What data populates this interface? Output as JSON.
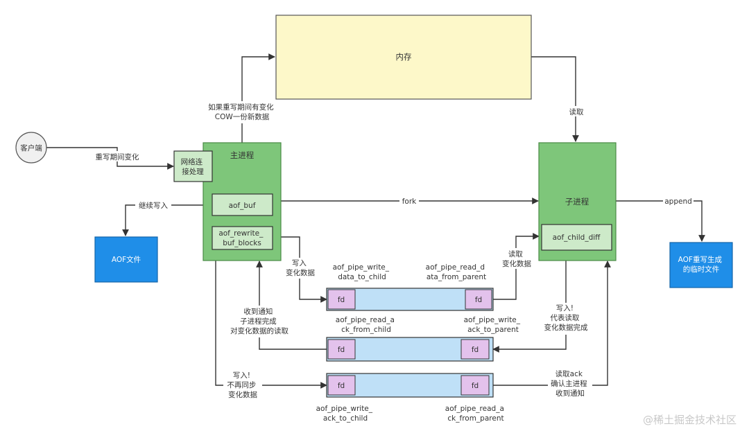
{
  "nodes": {
    "memory": "内存",
    "client": "客户端",
    "main_process": "主进程",
    "network_handler": [
      "网络连",
      "接处理"
    ],
    "aof_buf": "aof_buf",
    "aof_rewrite_buf_blocks": [
      "aof_rewrite_",
      "buf_blocks"
    ],
    "aof_file": "AOF文件",
    "child_process": "子进程",
    "aof_child_diff": "aof_child_diff",
    "aof_rewrite_file": [
      "AOF重写生成",
      "的临时文件"
    ]
  },
  "fd_label": "fd",
  "pipes": {
    "write_data_to_child": [
      "aof_pipe_write_",
      "data_to_child"
    ],
    "read_data_from_parent": [
      "aof_pipe_read_d",
      "ata_from_parent"
    ],
    "read_ack_from_child": [
      "aof_pipe_read_a",
      "ck_from_child"
    ],
    "write_ack_to_parent": [
      "aof_pipe_write_",
      "ack_to_parent"
    ],
    "write_ack_to_child": [
      "aof_pipe_write_",
      "ack_to_child"
    ],
    "read_ack_from_parent": [
      "aof_pipe_read_a",
      "ck_from_parent"
    ]
  },
  "edges": {
    "cow": [
      "如果重写期间有变化",
      "COW一份新数据"
    ],
    "client_change": "重写期间变化",
    "read_memory": "读取",
    "continue_write": "继续写入",
    "fork": "fork",
    "append": "append",
    "write_changes": [
      "写入",
      "变化数据"
    ],
    "read_changes": [
      "读取",
      "变化数据"
    ],
    "notify_received": [
      "收到通知",
      "子进程完成",
      "对变化数据的读取"
    ],
    "child_write_ack": [
      "写入!",
      "代表读取",
      "变化数据完成"
    ],
    "stop_sync": [
      "写入!",
      "不再同步",
      "变化数据"
    ],
    "read_ack": [
      "读取ack",
      "确认主进程",
      "收到通知"
    ]
  },
  "watermark": "@稀土掘金技术社区"
}
